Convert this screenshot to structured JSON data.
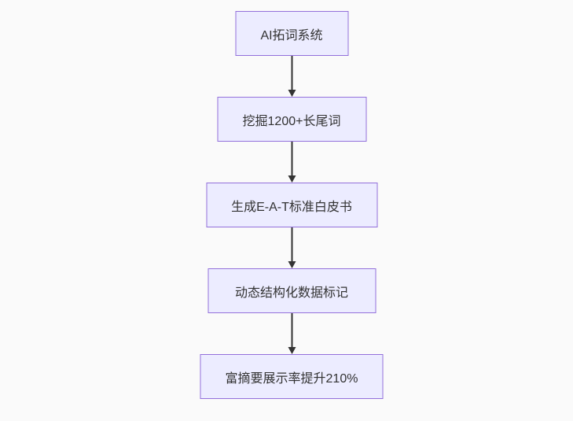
{
  "diagram": {
    "type": "flowchart",
    "direction": "top-down",
    "nodes": [
      {
        "id": "node-1",
        "label": "AI拓词系统"
      },
      {
        "id": "node-2",
        "label": "挖掘1200+长尾词"
      },
      {
        "id": "node-3",
        "label": "生成E-A-T标准白皮书"
      },
      {
        "id": "node-4",
        "label": "动态结构化数据标记"
      },
      {
        "id": "node-5",
        "label": "富摘要展示率提升210%"
      }
    ],
    "edges": [
      {
        "from": "node-1",
        "to": "node-2"
      },
      {
        "from": "node-2",
        "to": "node-3"
      },
      {
        "from": "node-3",
        "to": "node-4"
      },
      {
        "from": "node-4",
        "to": "node-5"
      }
    ],
    "colors": {
      "background": "#fafafa",
      "node_fill": "#ECECFF",
      "node_border": "#9370DB",
      "text": "#333333",
      "arrow": "#333333"
    }
  }
}
